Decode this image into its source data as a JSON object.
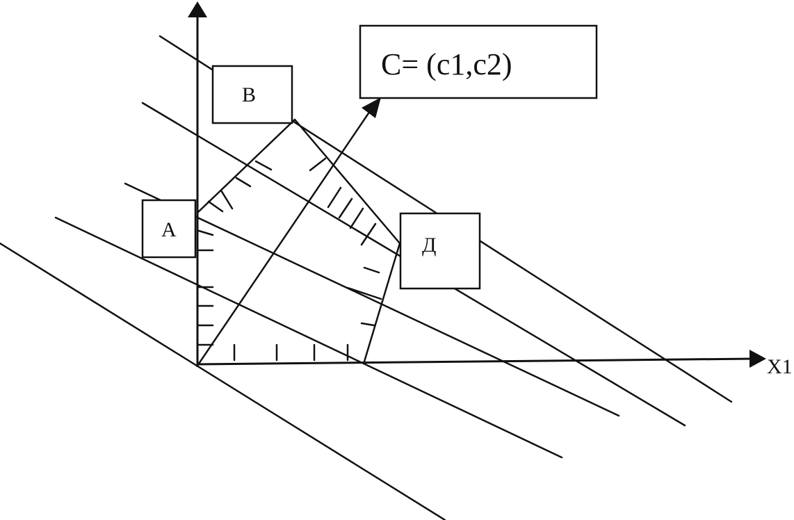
{
  "labels": {
    "point_a": "A",
    "point_b": "B",
    "point_d": "Д",
    "vector_c": "C= (c1,c2)",
    "axis_x1": "X1"
  },
  "colors": {
    "ink": "#111111",
    "paper": "#ffffff"
  }
}
